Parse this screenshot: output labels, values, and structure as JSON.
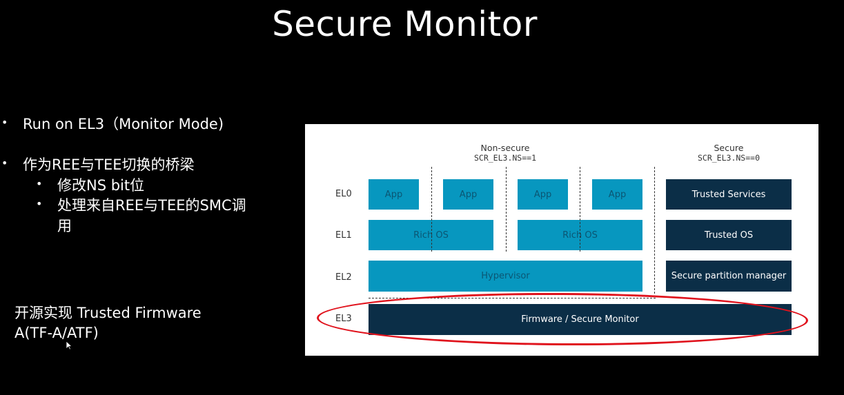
{
  "slide": {
    "title": "Secure Monitor",
    "bullets": [
      "Run on EL3（Monitor Mode)",
      "作为REE与TEE切换的桥梁"
    ],
    "sub_bullets": [
      "修改NS bit位",
      "处理来自REE与TEE的SMC调",
      "用"
    ],
    "footer": [
      "开源实现 Trusted Firmware",
      "A(TF-A/ATF)"
    ]
  },
  "diagram": {
    "non_secure_label": "Non-secure",
    "non_secure_reg": "SCR_EL3.NS==1",
    "secure_label": "Secure",
    "secure_reg": "SCR_EL3.NS==0",
    "levels": [
      "EL0",
      "EL1",
      "EL2",
      "EL3"
    ],
    "el0_apps": [
      "App",
      "App",
      "App",
      "App"
    ],
    "el0_secure": "Trusted Services",
    "el1_rich": [
      "Rich OS",
      "Rich OS"
    ],
    "el1_secure": "Trusted OS",
    "el2_hypervisor": "Hypervisor",
    "el2_secure": "Secure partition manager",
    "el3_monitor": "Firmware / Secure Monitor",
    "colors": {
      "cyan": "#0797bf",
      "navy": "#0b2e47",
      "highlight": "#e0121c"
    }
  }
}
